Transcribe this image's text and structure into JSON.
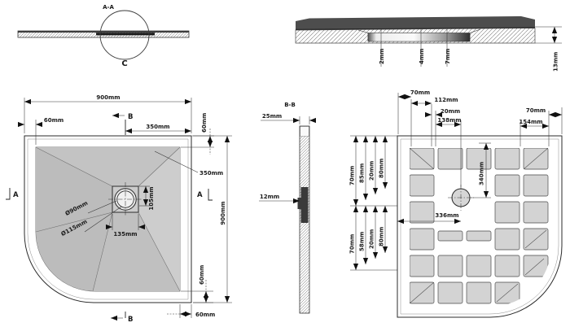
{
  "aa": {
    "label": "A-A",
    "detail_marker": "C"
  },
  "c": {
    "layer1": "2mm",
    "layer2": "4mm",
    "layer3": "7mm",
    "total": "13mm"
  },
  "plan": {
    "w": "900mm",
    "h": "900mm",
    "rim_left": "60mm",
    "rim_top": "60mm",
    "rim_right": "60mm",
    "rim_bottom": "60mm",
    "drain_offset_x": "350mm",
    "slope_leader": "350mm",
    "drain_square": "135mm",
    "drain_offset": "105mm",
    "d90": "Ø90mm",
    "d115": "Ø115mm",
    "marker_a": "A",
    "marker_b": "B"
  },
  "bb": {
    "label": "B-B",
    "w": "25mm",
    "t": "12mm"
  },
  "bottom": {
    "top1": "70mm",
    "top2": "112mm",
    "top3": "20mm",
    "top4": "138mm",
    "right1": "70mm",
    "right2": "154mm",
    "left_top": [
      "70mm",
      "85mm",
      "20mm",
      "80mm"
    ],
    "left_bottom": [
      "70mm",
      "58mm",
      "20mm",
      "80mm"
    ],
    "center_x": "336mm",
    "center_y": "340mm"
  }
}
